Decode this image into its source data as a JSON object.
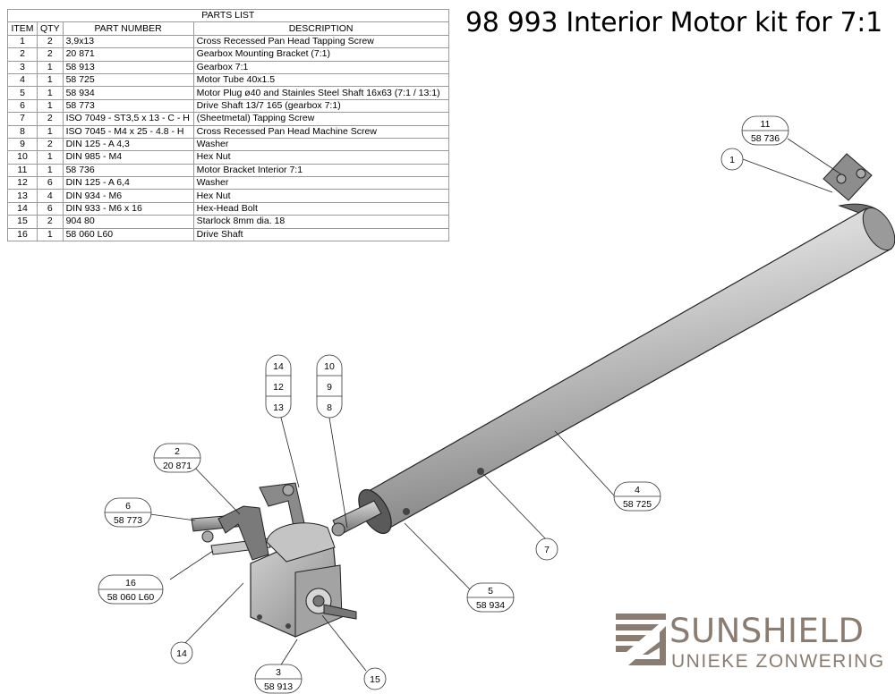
{
  "title": "98 993 Interior Motor kit for 7:1",
  "parts_list": {
    "caption": "PARTS LIST",
    "headers": {
      "item": "ITEM",
      "qty": "QTY",
      "part_number": "PART NUMBER",
      "description": "DESCRIPTION"
    },
    "rows": [
      {
        "item": "1",
        "qty": "2",
        "part_number": "3,9x13",
        "description": "Cross Recessed Pan Head Tapping Screw"
      },
      {
        "item": "2",
        "qty": "2",
        "part_number": "20 871",
        "description": "Gearbox Mounting Bracket (7:1)"
      },
      {
        "item": "3",
        "qty": "1",
        "part_number": "58 913",
        "description": "Gearbox 7:1"
      },
      {
        "item": "4",
        "qty": "1",
        "part_number": "58 725",
        "description": "Motor Tube 40x1.5"
      },
      {
        "item": "5",
        "qty": "1",
        "part_number": "58 934",
        "description": "Motor Plug ø40 and Stainles Steel Shaft 16x63 (7:1 / 13:1)"
      },
      {
        "item": "6",
        "qty": "1",
        "part_number": "58 773",
        "description": "Drive Shaft 13/7 165 (gearbox 7:1)"
      },
      {
        "item": "7",
        "qty": "2",
        "part_number": "ISO 7049 - ST3,5 x 13 - C - H",
        "description": "(Sheetmetal) Tapping Screw"
      },
      {
        "item": "8",
        "qty": "1",
        "part_number": "ISO 7045 - M4 x 25 - 4.8 - H",
        "description": "Cross Recessed Pan Head Machine Screw"
      },
      {
        "item": "9",
        "qty": "2",
        "part_number": "DIN 125 - A 4,3",
        "description": "Washer"
      },
      {
        "item": "10",
        "qty": "1",
        "part_number": "DIN 985 - M4",
        "description": "Hex Nut"
      },
      {
        "item": "11",
        "qty": "1",
        "part_number": "58 736",
        "description": "Motor Bracket Interior 7:1"
      },
      {
        "item": "12",
        "qty": "6",
        "part_number": "DIN 125 - A 6,4",
        "description": "Washer"
      },
      {
        "item": "13",
        "qty": "4",
        "part_number": "DIN 934 - M6",
        "description": "Hex Nut"
      },
      {
        "item": "14",
        "qty": "6",
        "part_number": "DIN 933 - M6  x 16",
        "description": "Hex-Head Bolt"
      },
      {
        "item": "15",
        "qty": "2",
        "part_number": "904 80",
        "description": "Starlock 8mm dia. 18"
      },
      {
        "item": "16",
        "qty": "1",
        "part_number": "58 060 L60",
        "description": "Drive Shaft"
      }
    ]
  },
  "callouts": {
    "c1": {
      "item": "1"
    },
    "c2": {
      "item": "2",
      "part": "20 871"
    },
    "c3": {
      "item": "3",
      "part": "58 913"
    },
    "c4": {
      "item": "4",
      "part": "58 725"
    },
    "c5": {
      "item": "5",
      "part": "58 934"
    },
    "c6": {
      "item": "6",
      "part": "58 773"
    },
    "c7": {
      "item": "7"
    },
    "c8": {
      "item": "8"
    },
    "c9": {
      "item": "9"
    },
    "c10": {
      "item": "10"
    },
    "c11": {
      "item": "11",
      "part": "58 736"
    },
    "c12": {
      "item": "12"
    },
    "c13": {
      "item": "13"
    },
    "c14a": {
      "item": "14"
    },
    "c14b": {
      "item": "14"
    },
    "c15": {
      "item": "15"
    },
    "c16": {
      "item": "16",
      "part": "58 060 L60"
    }
  },
  "logo": {
    "name": "SUNSHIELD",
    "tagline": "UNIEKE ZONWERING",
    "color": "#8a7c70"
  }
}
